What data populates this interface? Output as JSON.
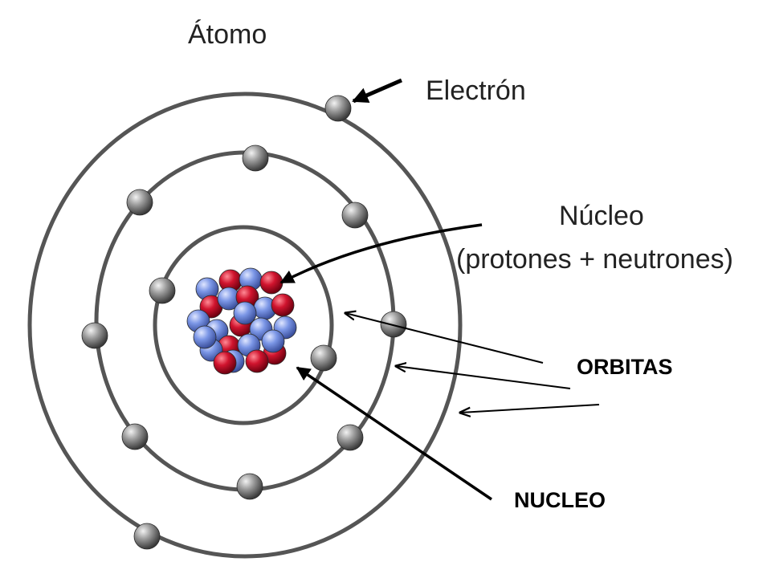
{
  "title": "Átomo",
  "labels": {
    "electron": "Electrón",
    "nucleus_line1": "Núcleo",
    "nucleus_line2": "(protones + neutrones)",
    "orbits": "ORBITAS",
    "nucleus_caps": "NUCLEO"
  },
  "colors": {
    "orbit": "#555555",
    "electron": "#8a8a8a",
    "proton": "#c0102a",
    "neutron": "#6f8fe0",
    "text": "#222222"
  },
  "atom": {
    "orbit_electron_counts": [
      2,
      8,
      2
    ],
    "particles": {
      "protons": "red spheres",
      "neutrons": "blue spheres"
    }
  }
}
